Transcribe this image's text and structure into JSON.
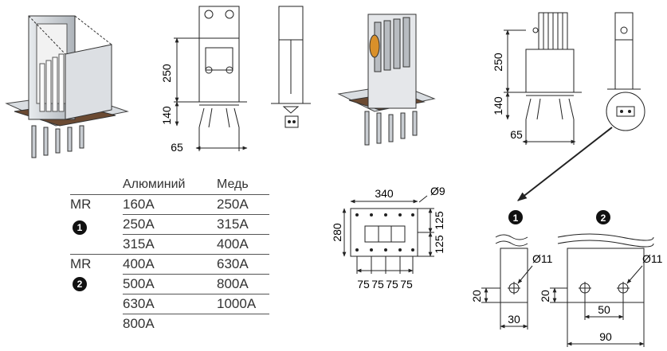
{
  "dimensions": {
    "side_height": "250",
    "side_lower": "140",
    "side_pitch": "65",
    "right_height": "250",
    "right_lower": "140",
    "right_pitch": "65",
    "flange_width": "340",
    "flange_hole": "Ø9",
    "flange_height": "280",
    "flange_half_a": "125",
    "flange_half_b": "125",
    "flange_pitch": [
      "75",
      "75",
      "75",
      "75"
    ],
    "det1_hole": "Ø11",
    "det1_offset": "20",
    "det1_width": "30",
    "det2_hole": "Ø11",
    "det2_offset": "20",
    "det2_spacing": "50",
    "det2_width": "90"
  },
  "badges": {
    "one": "1",
    "two": "2"
  },
  "table": {
    "col_aluminium": "Алюминий",
    "col_copper": "Медь",
    "groups": [
      {
        "label": "MR",
        "badge": "1",
        "rows": [
          [
            "160A",
            "250A"
          ],
          [
            "250A",
            "315A"
          ],
          [
            "315A",
            "400A"
          ]
        ]
      },
      {
        "label": "MR",
        "badge": "2",
        "rows": [
          [
            "400A",
            "630A"
          ],
          [
            "500A",
            "800A"
          ],
          [
            "630A",
            "1000A"
          ],
          [
            "800A",
            ""
          ]
        ]
      }
    ]
  },
  "colors": {
    "line": "#333333",
    "steel": "#c9cdd2",
    "insulation": "#7a5a3a",
    "accent": "#d9902a"
  }
}
